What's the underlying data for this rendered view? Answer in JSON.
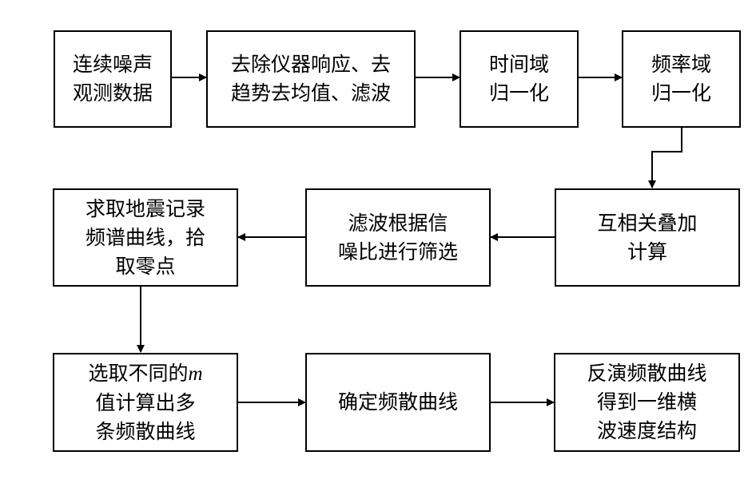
{
  "flowchart": {
    "nodes": {
      "n1": [
        "连续噪声",
        "观测数据"
      ],
      "n2": [
        "去除仪器响应、去",
        "趋势去均值、滤波"
      ],
      "n3": [
        "时间域",
        "归一化"
      ],
      "n4": [
        "频率域",
        "归一化"
      ],
      "n5": [
        "互相关叠加",
        "计算"
      ],
      "n6": [
        "滤波根据信",
        "噪比进行筛选"
      ],
      "n7": [
        "求取地震记录",
        "频谱曲线，拾",
        "取零点"
      ],
      "n8": [
        "选取不同的",
        "m",
        "值计算出多",
        "条频散曲线"
      ],
      "n9": [
        "确定频散曲线"
      ],
      "n10": [
        "反演频散曲线",
        "得到一维横",
        "波速度结构"
      ]
    },
    "edges": [
      [
        "n1",
        "n2"
      ],
      [
        "n2",
        "n3"
      ],
      [
        "n3",
        "n4"
      ],
      [
        "n4",
        "n5"
      ],
      [
        "n5",
        "n6"
      ],
      [
        "n6",
        "n7"
      ],
      [
        "n7",
        "n8"
      ],
      [
        "n8",
        "n9"
      ],
      [
        "n9",
        "n10"
      ]
    ]
  }
}
